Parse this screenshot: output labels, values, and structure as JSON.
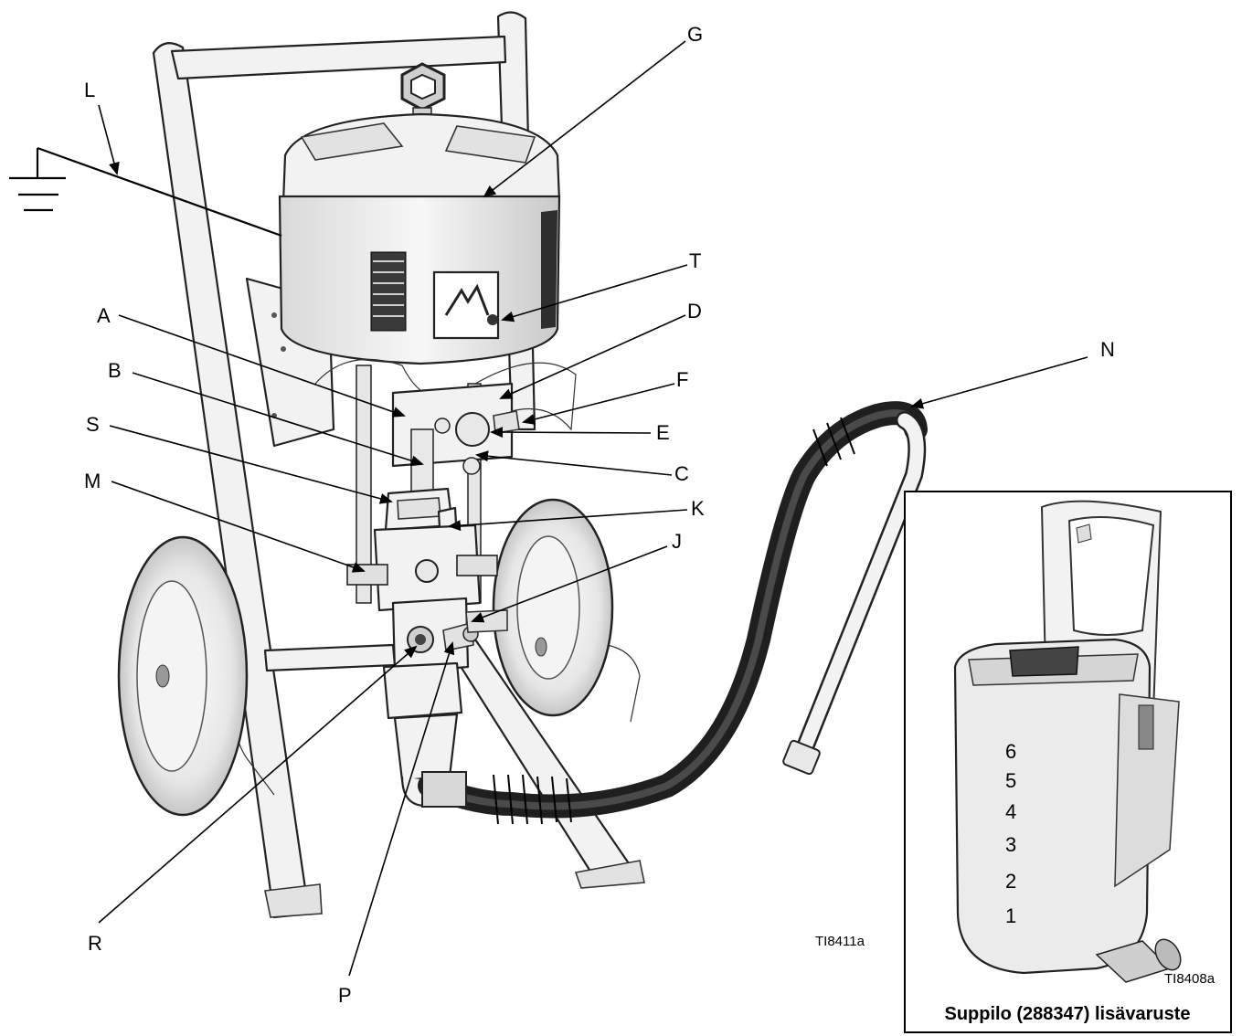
{
  "callouts": {
    "A": "A",
    "B": "B",
    "C": "C",
    "D": "D",
    "E": "E",
    "F": "F",
    "G": "G",
    "J": "J",
    "K": "K",
    "L": "L",
    "M": "M",
    "N": "N",
    "P": "P",
    "R": "R",
    "S": "S",
    "T": "T"
  },
  "figure_code_main": "TI8411a",
  "figure_code_inset": "TI8408a",
  "inset_caption": "Suppilo (288347) lisävaruste",
  "hopper_scale_marks": [
    "6",
    "5",
    "4",
    "3",
    "2",
    "1"
  ]
}
